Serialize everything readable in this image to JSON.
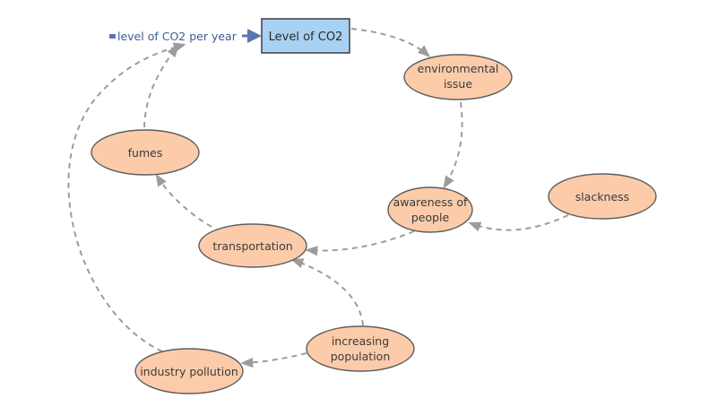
{
  "stock": {
    "label": "Level of CO2"
  },
  "flow": {
    "label": "level of CO2 per year"
  },
  "nodes": {
    "environmental_issue": [
      "environmental",
      "issue"
    ],
    "awareness_of_people": [
      "awareness of",
      "people"
    ],
    "slackness": [
      "slackness"
    ],
    "transportation": [
      "transportation"
    ],
    "fumes": [
      "fumes"
    ],
    "increasing_population": [
      "increasing",
      "population"
    ],
    "industry_pollution": [
      "industry pollution"
    ]
  },
  "colors": {
    "node_fill": "#fcccaa",
    "stock_fill": "#a9d1f4",
    "link": "#9c9c9c",
    "flow_arrow": "#5878b0"
  }
}
